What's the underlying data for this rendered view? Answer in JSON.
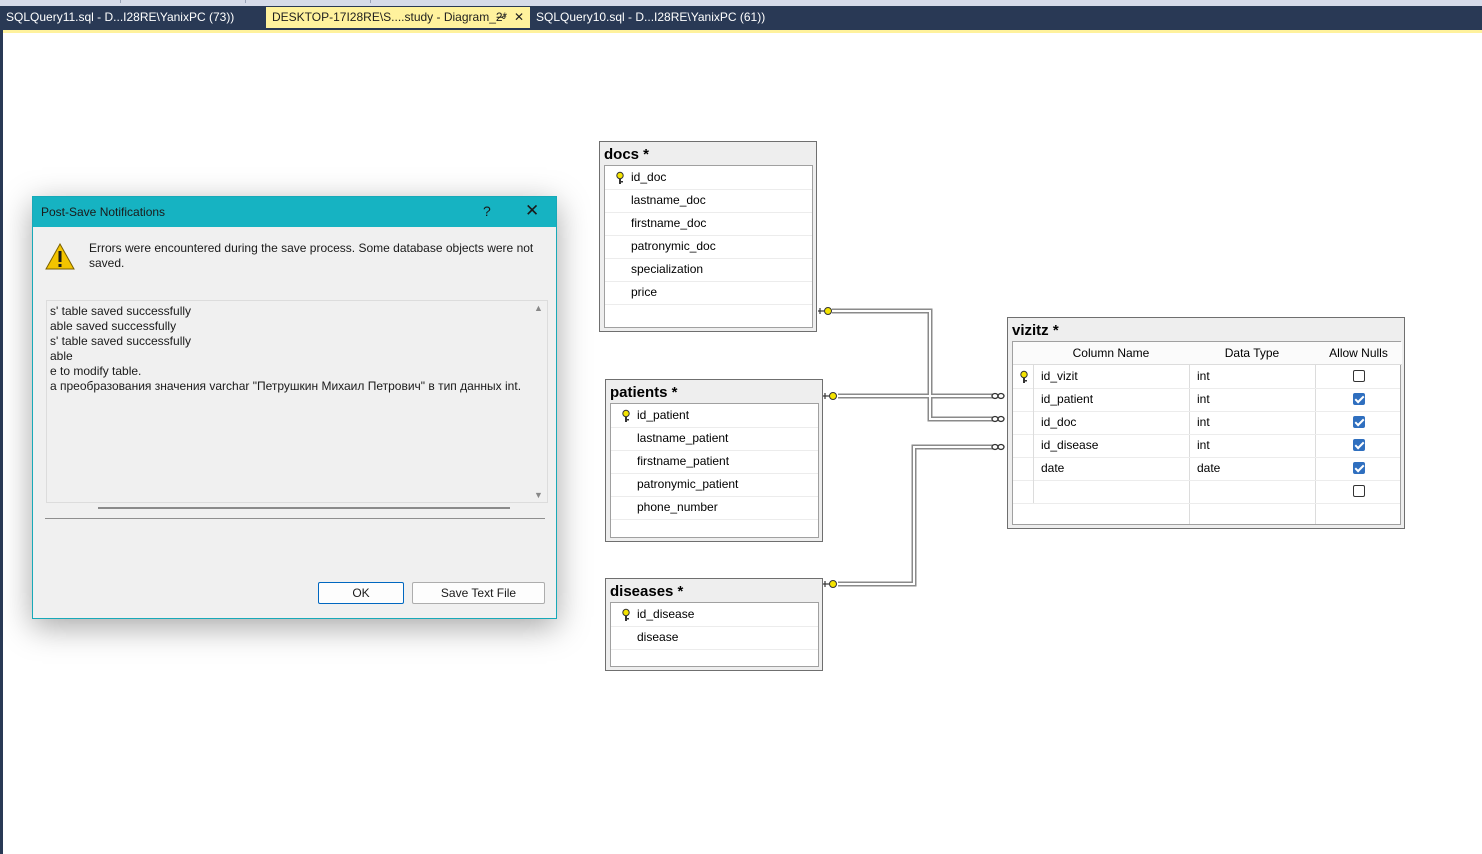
{
  "tabs": [
    {
      "label": "SQLQuery11.sql - D...I28RE\\YanixPC (73))"
    },
    {
      "label": "DESKTOP-17I28RE\\S....study - Diagram_2*",
      "pin": "⊸",
      "close": "✕"
    },
    {
      "label": "SQLQuery10.sql - D...I28RE\\YanixPC (61))"
    }
  ],
  "tables": {
    "docs": {
      "title": "docs *",
      "columns": [
        "id_doc",
        "lastname_doc",
        "firstname_doc",
        "patronymic_doc",
        "specialization",
        "price"
      ]
    },
    "patients": {
      "title": "patients *",
      "columns": [
        "id_patient",
        "lastname_patient",
        "firstname_patient",
        "patronymic_patient",
        "phone_number"
      ]
    },
    "diseases": {
      "title": "diseases *",
      "columns": [
        "id_disease",
        "disease"
      ]
    },
    "vizitz": {
      "title": "vizitz *",
      "headers": {
        "col": "Column Name",
        "type": "Data Type",
        "nulls": "Allow Nulls"
      },
      "rows": [
        {
          "name": "id_vizit",
          "type": "int",
          "nulls": false
        },
        {
          "name": "id_patient",
          "type": "int",
          "nulls": true
        },
        {
          "name": "id_doc",
          "type": "int",
          "nulls": true
        },
        {
          "name": "id_disease",
          "type": "int",
          "nulls": true
        },
        {
          "name": "date",
          "type": "date",
          "nulls": true
        },
        {
          "name": "",
          "type": "",
          "nulls": false
        }
      ]
    }
  },
  "dialog": {
    "title": "Post-Save Notifications",
    "help": "?",
    "close": "✕",
    "message": "Errors were encountered during the save process. Some database objects were not saved.",
    "log": [
      "s' table saved successfully",
      "able saved successfully",
      "s' table saved successfully",
      "able",
      "e to modify table.",
      "a преобразования значения varchar \"Петрушкин Михаил Петрович\" в тип данных int."
    ],
    "ok_label": "OK",
    "save_label": "Save Text File"
  },
  "colors": {
    "tabstrip": "#293955",
    "active_tab": "#fff29d",
    "dialog_title": "#16b3c2",
    "check": "#2f6fbf"
  }
}
